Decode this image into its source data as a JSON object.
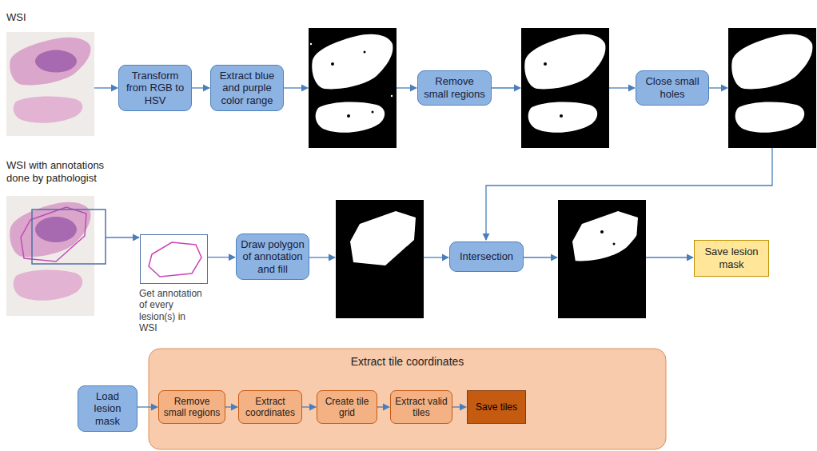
{
  "diagram": {
    "nodes": [
      {
        "text": [
          "Transform from RGB to HSV"
        ]
      },
      {
        "text": [
          "Extract blue and purple color range"
        ]
      },
      {
        "text": [
          "Remove small regions"
        ]
      },
      {
        "text": [
          "Close small holes"
        ]
      },
      {
        "text": [
          "Get annotation of every lesion(s) in WSI"
        ]
      },
      {
        "text": [
          "Draw polygon of annotation and fill"
        ]
      },
      {
        "text": [
          "Intersection"
        ]
      },
      {
        "text": [
          "Save lesion mask"
        ]
      },
      {
        "text": [
          "Load lesion mask"
        ]
      },
      {
        "text": [
          "Extract tile coordinates"
        ]
      },
      {
        "text": [
          "Remove small regions"
        ],
        "in": 9
      },
      {
        "text": [
          "Extract coordinates"
        ],
        "in": 9
      },
      {
        "text": [
          "Create tile grid"
        ],
        "in": 9
      },
      {
        "text": [
          "Extract valid tiles"
        ],
        "in": 9
      },
      {
        "text": [
          "Save tiles"
        ],
        "in": 9
      }
    ],
    "edges": [
      {
        "from": 0,
        "to": 1,
        "arrow": "to"
      },
      {
        "from": 4,
        "to": 5,
        "arrow": "to"
      },
      {
        "from": 8,
        "to": 10,
        "arrow": "to"
      },
      {
        "from": 10,
        "to": 11,
        "arrow": "to"
      },
      {
        "from": 11,
        "to": 12,
        "arrow": "to"
      },
      {
        "from": 12,
        "to": 13,
        "arrow": "to"
      },
      {
        "from": 13,
        "to": 14,
        "arrow": "to"
      }
    ],
    "labels": [
      "WSI",
      "WSI with annotations done by pathologist"
    ]
  }
}
